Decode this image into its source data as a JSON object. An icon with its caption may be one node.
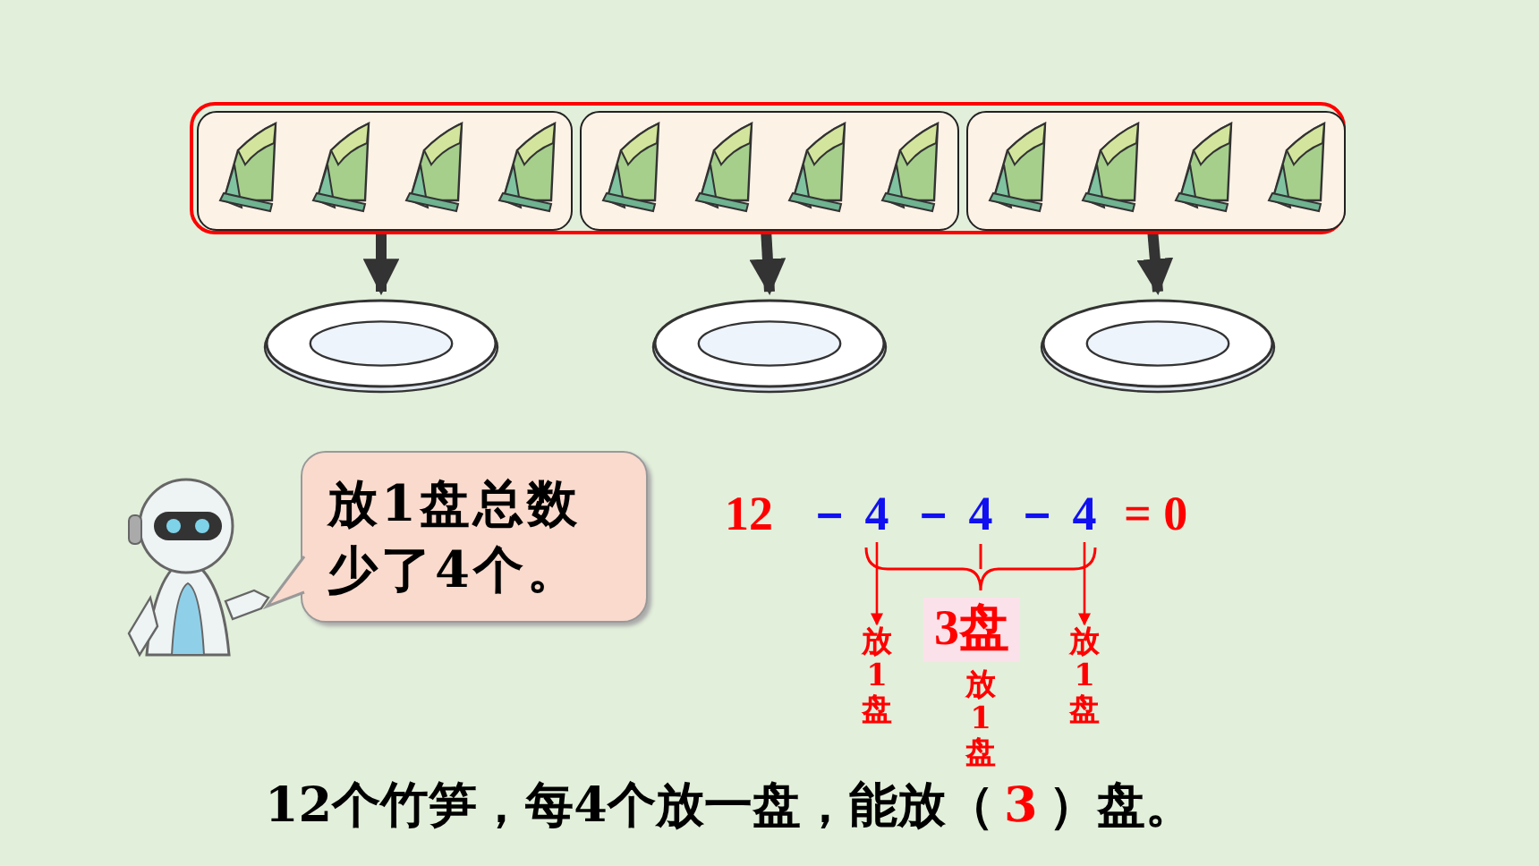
{
  "diagram": {
    "nodes": [
      {
        "text": [],
        "shape": "box"
      },
      {
        "text": [],
        "shape": "box",
        "in": 0
      },
      {
        "text": [],
        "shape": "box",
        "in": 0
      },
      {
        "text": [],
        "shape": "box",
        "in": 0
      },
      {
        "text": [],
        "shape": "picture"
      },
      {
        "text": [],
        "shape": "picture"
      },
      {
        "text": [],
        "shape": "picture"
      },
      {
        "text": [
          "放1盘总数少了4个。"
        ]
      },
      {
        "text": [
          "4"
        ]
      },
      {
        "text": [
          "4"
        ]
      },
      {
        "text": [
          "4"
        ]
      },
      {
        "text": [
          "放1盘"
        ]
      },
      {
        "text": [
          "放1盘"
        ]
      },
      {
        "text": [
          "放1盘"
        ]
      }
    ],
    "edges": [
      {
        "from": 1,
        "to": 4,
        "arrow": "to"
      },
      {
        "from": 2,
        "to": 5,
        "arrow": "to"
      },
      {
        "from": 3,
        "to": 6,
        "arrow": "to"
      },
      {
        "from": 8,
        "to": 11,
        "arrow": "to",
        "color": "#ff0000"
      },
      {
        "from": 10,
        "to": 13,
        "arrow": "to",
        "color": "#ff0000"
      }
    ],
    "labels": [
      "12",
      "－",
      "－",
      "－",
      "= 0",
      "3盘",
      "12个竹笋，每4个放一盘，能放（",
      "3",
      "）盘。"
    ]
  }
}
